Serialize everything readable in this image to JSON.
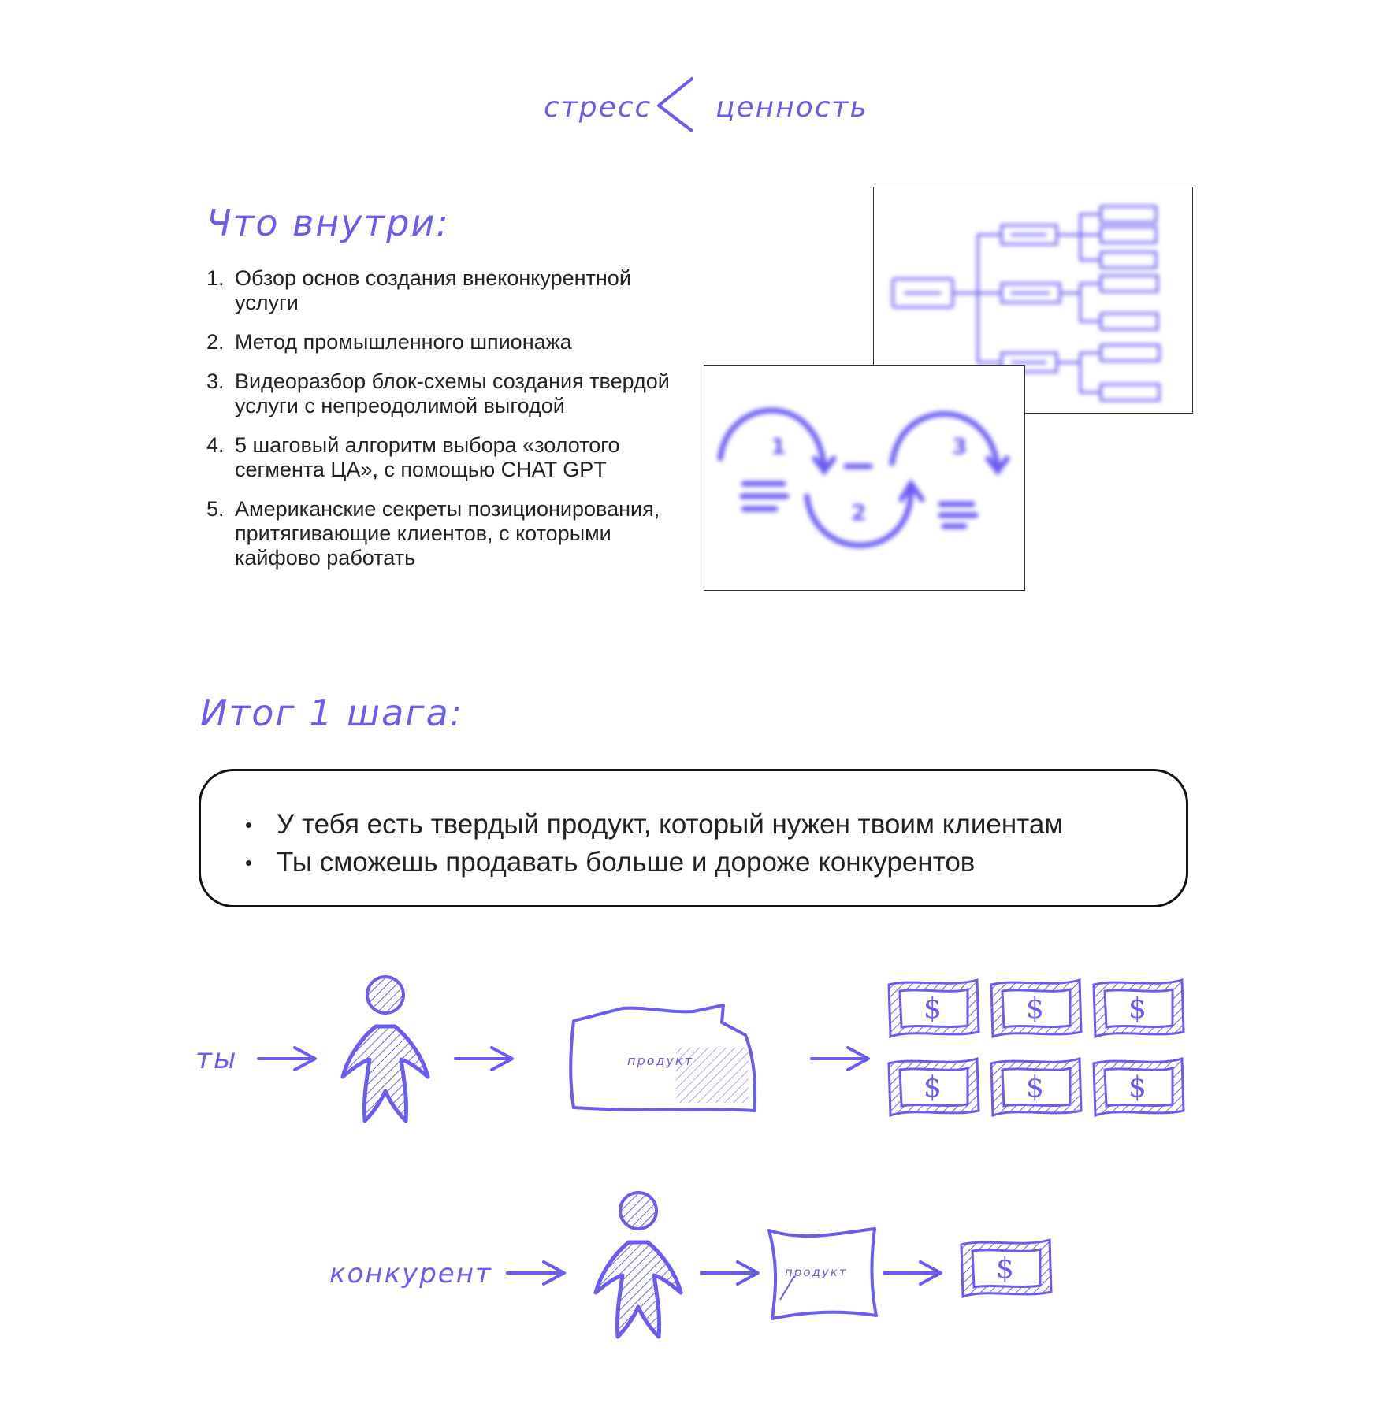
{
  "tagline": {
    "left": "стресс",
    "symbol": "<",
    "right": "ценность"
  },
  "inside": {
    "heading": "Что внутри:",
    "items": [
      {
        "num": "1.",
        "text": "Обзор основ создания внеконкурентной услуги"
      },
      {
        "num": "2.",
        "text": "Метод промышленного шпионажа"
      },
      {
        "num": "3.",
        "text": "Видеоразбор блок-схемы создания твердой услуги    с непреодолимой выгодой"
      },
      {
        "num": "4.",
        "text": "5 шаговый алгоритм выбора «золотого сегмента ЦА», с помощью CHAT GPT"
      },
      {
        "num": "5.",
        "text": "Американские секреты позиционирования, притягивающие клиентов, с которыми кайфово работать"
      }
    ]
  },
  "thumbs": {
    "cycle_numbers": [
      "1",
      "2",
      "3"
    ]
  },
  "result": {
    "heading": "Итог 1 шага:",
    "bullets": [
      "У тебя есть твердый продукт, который нужен твоим клиентам",
      "Ты сможешь продавать больше и дороже конкурентов"
    ]
  },
  "flow": {
    "you_label": "ты",
    "competitor_label": "конкурент",
    "product_label": "продукт",
    "currency_symbol": "$",
    "you_money_count": 6,
    "competitor_money_count": 1
  },
  "colors": {
    "accent": "#6a5cf0",
    "text": "#222222",
    "border": "#111111"
  }
}
